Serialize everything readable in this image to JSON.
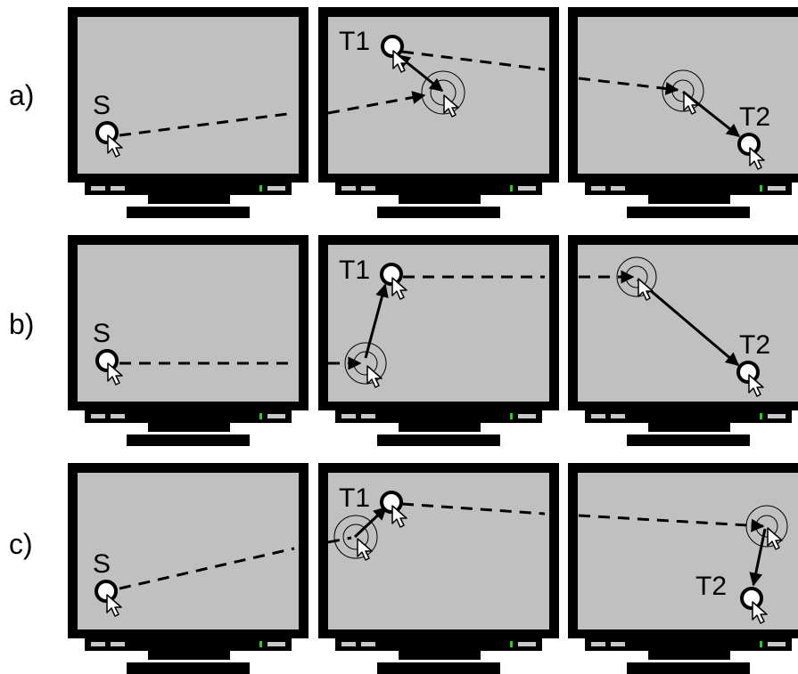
{
  "rows": [
    {
      "label": "a)",
      "start_label": "S",
      "target1_label": "T1",
      "target2_label": "T2"
    },
    {
      "label": "b)",
      "start_label": "S",
      "target1_label": "T1",
      "target2_label": "T2"
    },
    {
      "label": "c)",
      "start_label": "S",
      "target1_label": "T1",
      "target2_label": "T2"
    }
  ],
  "colors": {
    "screen": "#c0c0c0",
    "bezel": "#000000",
    "led": "#22cc22",
    "button": "#c8c8c8"
  },
  "icons": [
    "monitor-icon",
    "cursor-arrow-icon",
    "target-circle-icon",
    "concentric-ring-icon"
  ]
}
